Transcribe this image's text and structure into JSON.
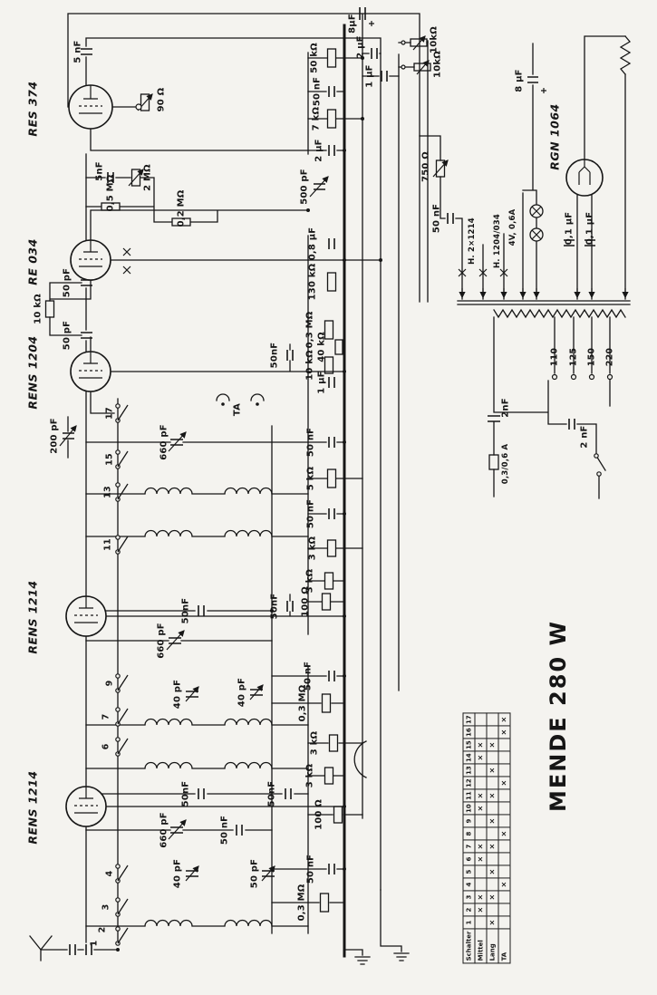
{
  "title": "MENDE 280 W",
  "tubes": [
    "RES 374",
    "RE 034",
    "RENS 1204",
    "RENS 1214",
    "RENS 1214",
    "RGN 1064"
  ],
  "component_labels": [
    "5 nF",
    "90 Ω",
    "2 MΩ",
    "5nF",
    "0,5 MΩ",
    "0,2 MΩ",
    "500 pF",
    "10 kΩ",
    "50 pF",
    "50 pF",
    "200 pF",
    "8μF",
    "2 μF",
    "50 kΩ",
    "50 nF",
    "7 kΩ",
    "2 μF",
    "1 μF",
    "10kΩ",
    "10kΩ",
    "750 Ω",
    "8 μF",
    "50 nF",
    "H. 2×1214",
    "H. 1204/034",
    "4V, 0,6A",
    "0,1 μF",
    "0,1 μF",
    "0,8 μF",
    "130 kΩ",
    "0,3 MΩ",
    "40 kΩ",
    "10 kΩ",
    "1 μF",
    "50nF",
    "TA",
    "660 pF",
    "50 nF",
    "5 kΩ",
    "50 nF",
    "3 kΩ",
    "3 kΩ",
    "100 Ω",
    "50nF",
    "50nF",
    "660 pF",
    "50 nF",
    "0,3 MΩ",
    "40 pF",
    "40 pF",
    "3 kΩ",
    "3 kΩ",
    "50nF",
    "50nF",
    "100 Ω",
    "660 pF",
    "50 nF",
    "40 pF",
    "50 pF",
    "50 nF",
    "0,3 MΩ",
    "110",
    "125",
    "150",
    "220",
    "2nF",
    "2 nF",
    "0,3/0,6 A"
  ],
  "switch_numbers": [
    "17",
    "15",
    "13",
    "11",
    "9",
    "7",
    "6",
    "4",
    "3",
    "2",
    "1"
  ],
  "switch_table": {
    "corner": "Schalter",
    "columns": [
      "1",
      "2",
      "3",
      "4",
      "5",
      "6",
      "7",
      "8",
      "9",
      "10",
      "11",
      "12",
      "13",
      "14",
      "15",
      "16",
      "17"
    ],
    "rows": [
      {
        "label": "Mittel",
        "marks": [
          "",
          "x",
          "x",
          "",
          "",
          "x",
          "x",
          "",
          "",
          "x",
          "x",
          "",
          "",
          "x",
          "x",
          "",
          ""
        ]
      },
      {
        "label": "Lang",
        "marks": [
          "x",
          "",
          "x",
          "",
          "x",
          "",
          "x",
          "",
          "x",
          "",
          "x",
          "",
          "x",
          "",
          "x",
          "",
          ""
        ]
      },
      {
        "label": "TA",
        "marks": [
          "",
          "",
          "",
          "x",
          "",
          "",
          "",
          "x",
          "",
          "",
          "",
          "x",
          "",
          "",
          "",
          "x",
          "x"
        ]
      }
    ]
  },
  "colors": {
    "ink": "#161616",
    "paper": "#f4f3ef"
  }
}
